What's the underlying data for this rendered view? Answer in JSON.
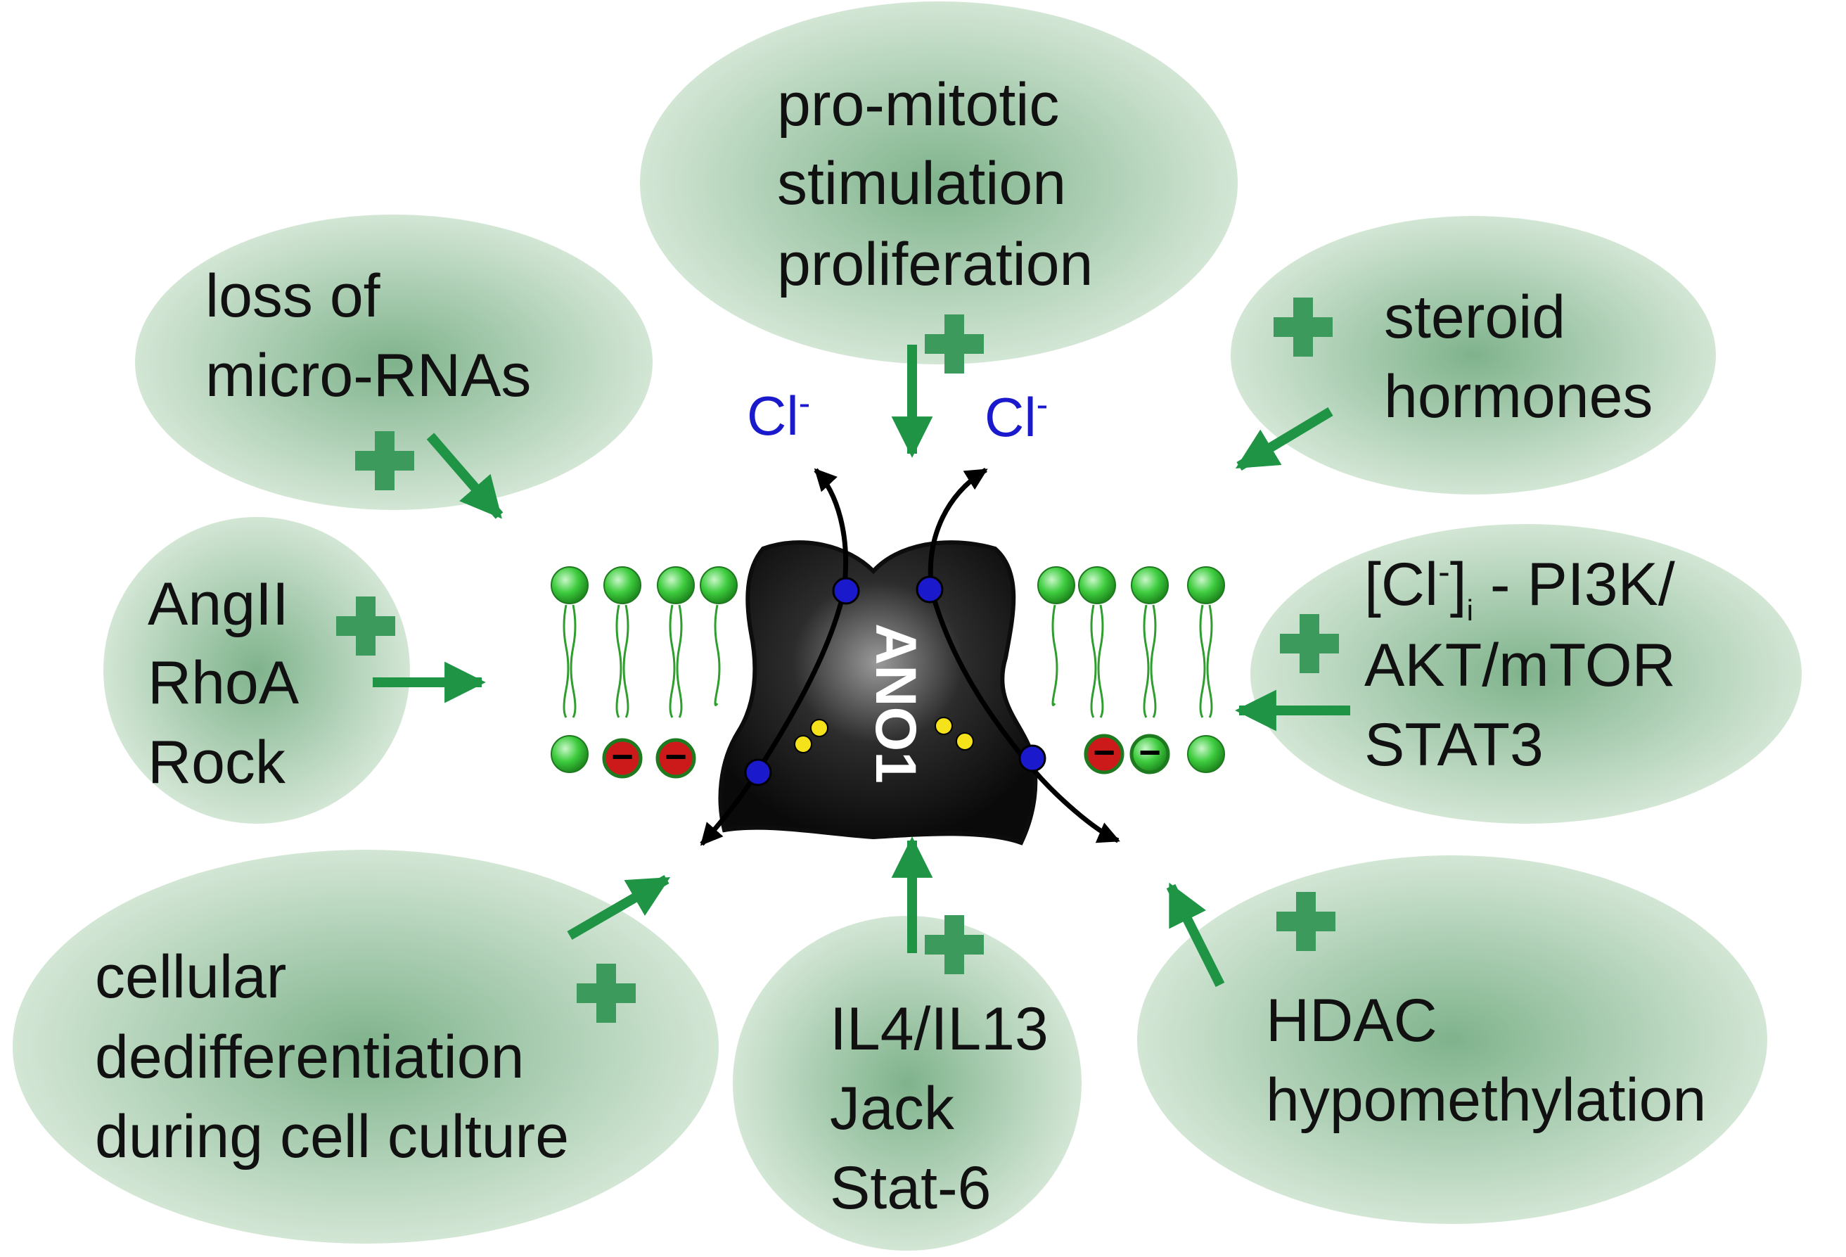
{
  "colors": {
    "bubble_center": "#7fb38c",
    "bubble_edge": "#d3e6d5",
    "arrow_green": "#1f9445",
    "plus_green": "#3c9a5c",
    "channel": "#1a1a1a",
    "chloride_blue": "#1a1acc",
    "lipid_head": "#3ecc3e",
    "charge_red": "#cc1a1a",
    "charge_yellow": "#f5e21a"
  },
  "center": {
    "channel_label": "ANO1",
    "chloride": {
      "symbol": "Cl",
      "charge": "-"
    }
  },
  "bubbles": {
    "top": {
      "lines": [
        "pro-mitotic",
        "stimulation",
        "proliferation"
      ]
    },
    "top_left": {
      "lines": [
        "loss of",
        "micro-RNAs"
      ]
    },
    "top_right": {
      "lines": [
        "steroid",
        "hormones"
      ]
    },
    "left": {
      "lines": [
        "AngII",
        "RhoA",
        "Rock"
      ]
    },
    "right": {
      "line1": {
        "pre": "[Cl",
        "sup": "-",
        "mid": "]",
        "sub": "i",
        "post": " - PI3K/"
      },
      "lines": [
        "AKT/mTOR",
        "STAT3"
      ]
    },
    "bottom_left": {
      "lines": [
        "cellular",
        "dedifferentiation",
        "during cell culture"
      ]
    },
    "bottom": {
      "lines": [
        "IL4/IL13",
        "Jack",
        "Stat-6"
      ]
    },
    "bottom_right": {
      "lines": [
        "HDAC",
        "hypomethylation"
      ]
    }
  },
  "membrane": {
    "charge_minus": "−"
  }
}
